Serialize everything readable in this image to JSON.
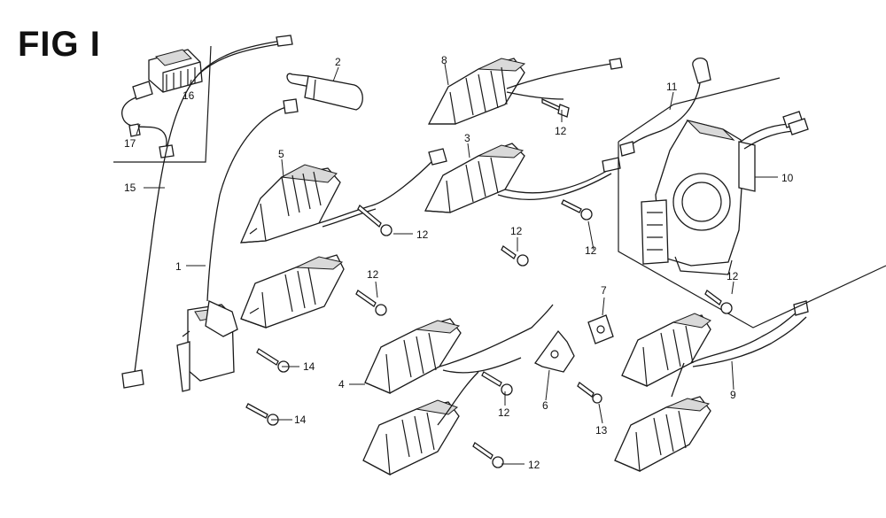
{
  "figure": {
    "title": "FIG I"
  },
  "callouts": [
    "1",
    "2",
    "3",
    "4",
    "5",
    "6",
    "7",
    "8",
    "9",
    "10",
    "11",
    "12",
    "13",
    "14",
    "15",
    "16",
    "17"
  ],
  "parts": {
    "ignition_coil": "1",
    "plug_cap": "2",
    "charge_coil_a": "3",
    "charge_coil_b": "4",
    "charge_coil_c": "5",
    "bracket": "6",
    "clamp": "7",
    "charge_coil_d": "8",
    "charge_coil_e": "9",
    "stator": "10",
    "wire_harness": "11",
    "flange_bolt": "12",
    "bolt_13": "13",
    "screw_14": "14",
    "ground_wire": "15",
    "regulator": "16",
    "regulator_lead": "17"
  }
}
